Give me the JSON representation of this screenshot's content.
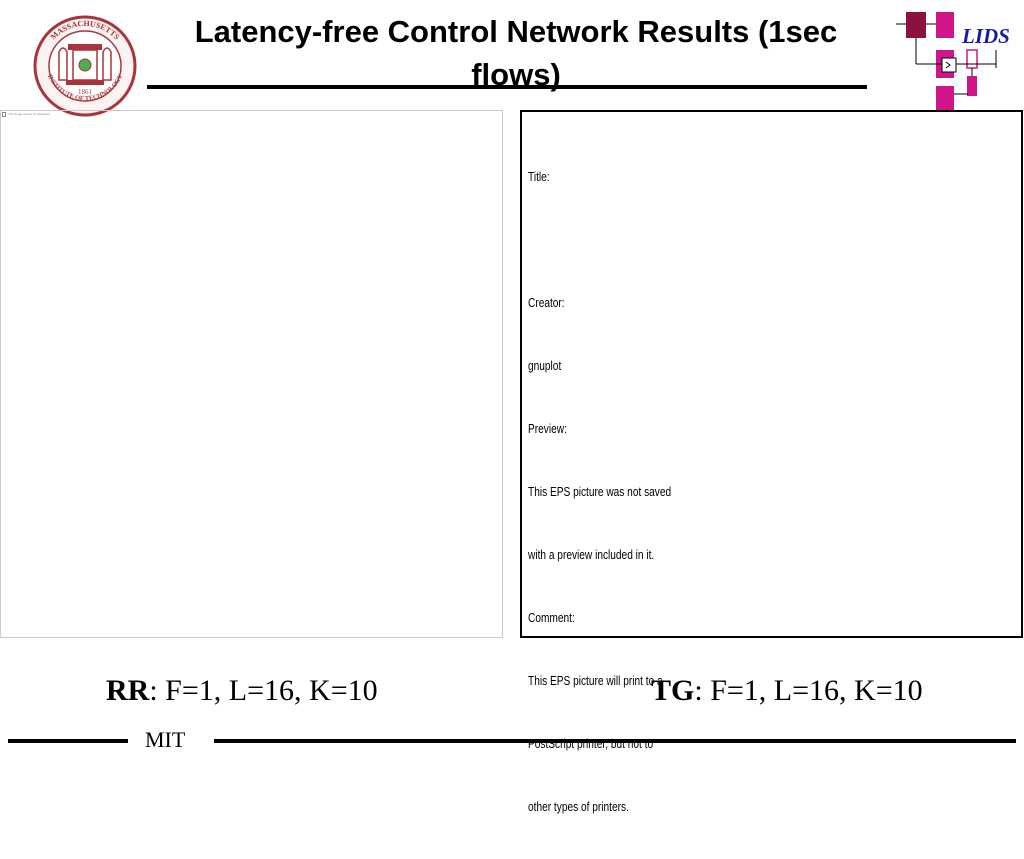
{
  "header": {
    "title": "Latency-free Control Network Results (1sec flows)",
    "logo_left": {
      "icon": "mit-seal-icon",
      "ring_text_top": "MASSACHUSETTS",
      "ring_text_bottom": "INSTITUTE OF TECHNOLOGY",
      "year": "1861",
      "color": "#a8353a"
    },
    "logo_right": {
      "icon": "lids-logo-icon",
      "text": "LIDS",
      "colors": {
        "dark": "#8c1040",
        "magenta": "#d0158a",
        "text": "#1a1aa8"
      }
    }
  },
  "left_panel": {
    "icon": "broken-image-icon",
    "caption": "The image cannot be displayed."
  },
  "right_panel": {
    "lines": [
      "Title:",
      "",
      "Creator:",
      "gnuplot",
      "Preview:",
      "This EPS picture was not saved",
      "with a preview included in it.",
      "Comment:",
      "This EPS picture will print to a",
      "PostScript printer, but not to",
      "other types of printers."
    ]
  },
  "captions": {
    "left": {
      "bold": "RR",
      "rest": ": F=1, L=16, K=10"
    },
    "right": {
      "bold": "TG",
      "rest": ": F=1, L=16, K=10"
    }
  },
  "footer": {
    "label": "MIT"
  }
}
